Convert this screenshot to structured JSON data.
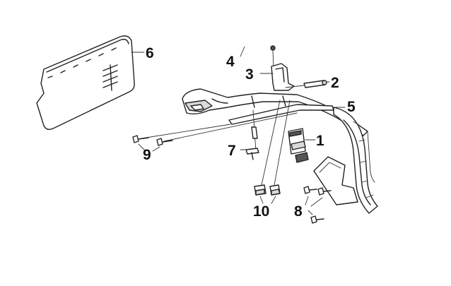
{
  "diagram": {
    "callouts": [
      {
        "id": "6",
        "label": "6"
      },
      {
        "id": "4",
        "label": "4"
      },
      {
        "id": "3",
        "label": "3"
      },
      {
        "id": "2",
        "label": "2"
      },
      {
        "id": "5",
        "label": "5"
      },
      {
        "id": "1",
        "label": "1"
      },
      {
        "id": "9",
        "label": "9"
      },
      {
        "id": "7",
        "label": "7"
      },
      {
        "id": "10",
        "label": "10"
      },
      {
        "id": "8",
        "label": "8"
      }
    ]
  }
}
